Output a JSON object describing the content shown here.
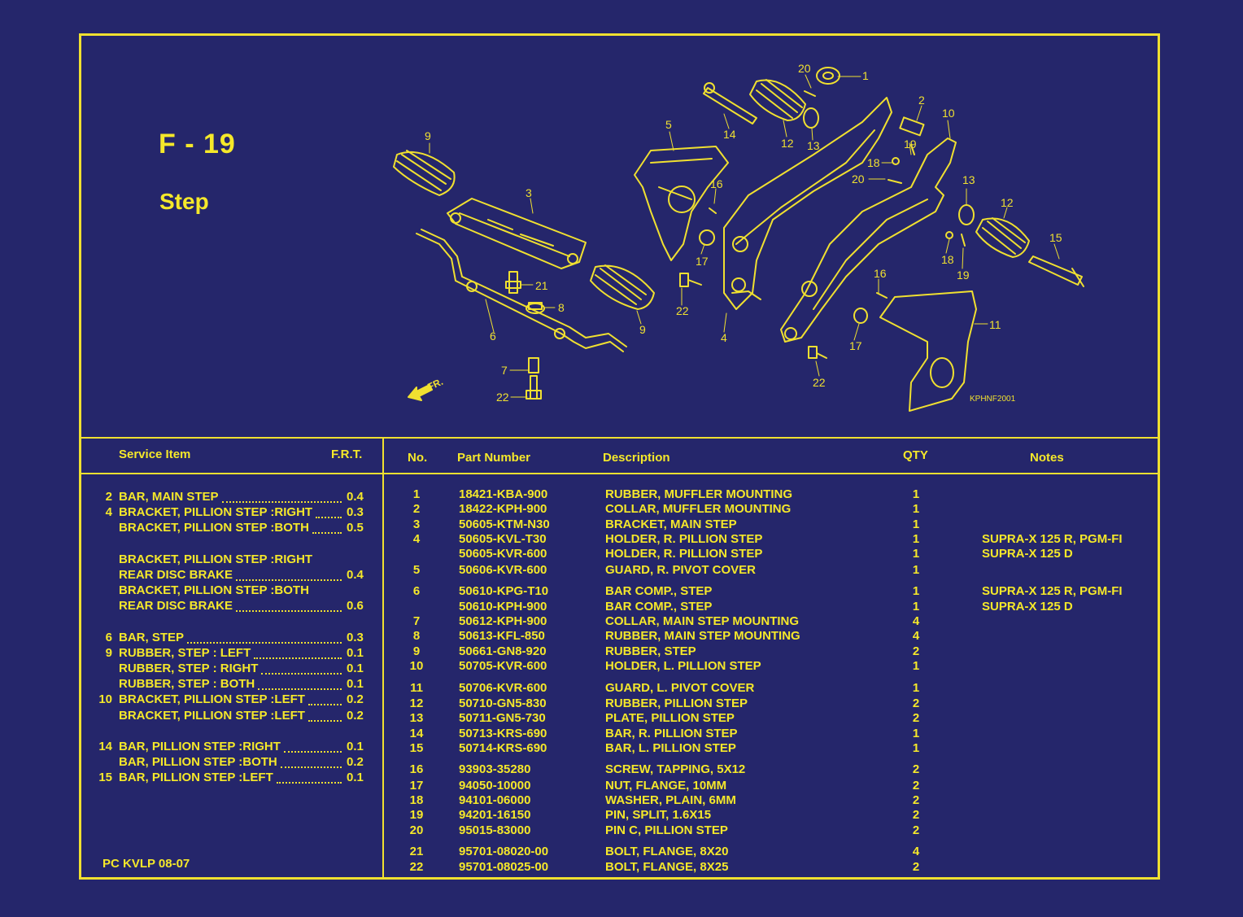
{
  "page": {
    "code": "F - 19",
    "title": "Step",
    "footer": "PC KVLP 08-07",
    "diagram_ref": "KPHNF2001",
    "front_label": "FR."
  },
  "colors": {
    "background": "#25266b",
    "accent": "#f0e030",
    "text": "#f5e82a"
  },
  "diagram": {
    "callouts": [
      "1",
      "2",
      "3",
      "4",
      "5",
      "6",
      "7",
      "8",
      "9",
      "10",
      "11",
      "12",
      "13",
      "14",
      "15",
      "16",
      "17",
      "18",
      "19",
      "20",
      "21",
      "22"
    ]
  },
  "service": {
    "headers": {
      "item": "Service Item",
      "frt": "F.R.T."
    },
    "rows": [
      {
        "num": "2",
        "text": "BAR, MAIN STEP",
        "value": "0.4"
      },
      {
        "num": "4",
        "text": "BRACKET, PILLION STEP :RIGHT",
        "value": "0.3"
      },
      {
        "num": "",
        "text": "BRACKET, PILLION STEP :BOTH",
        "value": "0.5"
      },
      {
        "num": "",
        "text": "BRACKET, PILLION STEP :RIGHT",
        "value": ""
      },
      {
        "num": "",
        "text": "REAR DISC BRAKE",
        "value": "0.4"
      },
      {
        "num": "",
        "text": "BRACKET, PILLION STEP :BOTH",
        "value": ""
      },
      {
        "num": "",
        "text": "REAR DISC BRAKE",
        "value": "0.6"
      },
      {
        "num": "6",
        "text": "BAR, STEP",
        "value": "0.3"
      },
      {
        "num": "9",
        "text": "RUBBER, STEP : LEFT",
        "value": "0.1"
      },
      {
        "num": "",
        "text": "RUBBER, STEP : RIGHT",
        "value": "0.1"
      },
      {
        "num": "",
        "text": "RUBBER, STEP : BOTH",
        "value": "0.1"
      },
      {
        "num": "10",
        "text": "BRACKET, PILLION STEP :LEFT",
        "value": "0.2"
      },
      {
        "num": "",
        "text": "BRACKET, PILLION STEP :LEFT",
        "value": "0.2"
      },
      {
        "num": "14",
        "text": "BAR, PILLION STEP :RIGHT",
        "value": "0.1"
      },
      {
        "num": "",
        "text": "BAR, PILLION STEP :BOTH",
        "value": "0.2"
      },
      {
        "num": "15",
        "text": "BAR, PILLION STEP :LEFT",
        "value": "0.1"
      }
    ]
  },
  "parts": {
    "headers": {
      "no": "No.",
      "part_number": "Part Number",
      "description": "Description",
      "qty": "QTY",
      "notes": "Notes"
    },
    "rows": [
      {
        "no": "1",
        "pn": "18421-KBA-900",
        "desc": "RUBBER, MUFFLER MOUNTING",
        "qty": "1",
        "notes": ""
      },
      {
        "no": "2",
        "pn": "18422-KPH-900",
        "desc": "COLLAR, MUFFLER MOUNTING",
        "qty": "1",
        "notes": ""
      },
      {
        "no": "3",
        "pn": "50605-KTM-N30",
        "desc": "BRACKET, MAIN STEP",
        "qty": "1",
        "notes": ""
      },
      {
        "no": "4",
        "pn": "50605-KVL-T30",
        "desc": "HOLDER, R. PILLION STEP",
        "qty": "1",
        "notes": "SUPRA-X 125 R, PGM-FI"
      },
      {
        "no": "",
        "pn": "50605-KVR-600",
        "desc": "HOLDER, R. PILLION STEP",
        "qty": "1",
        "notes": "SUPRA-X 125 D"
      },
      {
        "no": "5",
        "pn": "50606-KVR-600",
        "desc": "GUARD, R. PIVOT COVER",
        "qty": "1",
        "notes": ""
      },
      {
        "no": "6",
        "pn": "50610-KPG-T10",
        "desc": "BAR COMP., STEP",
        "qty": "1",
        "notes": "SUPRA-X 125 R, PGM-FI"
      },
      {
        "no": "",
        "pn": "50610-KPH-900",
        "desc": "BAR COMP., STEP",
        "qty": "1",
        "notes": "SUPRA-X 125 D"
      },
      {
        "no": "7",
        "pn": "50612-KPH-900",
        "desc": "COLLAR,  MAIN STEP MOUNTING",
        "qty": "4",
        "notes": ""
      },
      {
        "no": "8",
        "pn": "50613-KFL-850",
        "desc": "RUBBER, MAIN STEP MOUNTING",
        "qty": "4",
        "notes": ""
      },
      {
        "no": "9",
        "pn": "50661-GN8-920",
        "desc": "RUBBER, STEP",
        "qty": "2",
        "notes": ""
      },
      {
        "no": "10",
        "pn": "50705-KVR-600",
        "desc": "HOLDER, L. PILLION STEP",
        "qty": "1",
        "notes": ""
      },
      {
        "no": "11",
        "pn": "50706-KVR-600",
        "desc": "GUARD, L. PIVOT COVER",
        "qty": "1",
        "notes": ""
      },
      {
        "no": "12",
        "pn": "50710-GN5-830",
        "desc": "RUBBER, PILLION STEP",
        "qty": "2",
        "notes": ""
      },
      {
        "no": "13",
        "pn": "50711-GN5-730",
        "desc": "PLATE, PILLION STEP",
        "qty": "2",
        "notes": ""
      },
      {
        "no": "14",
        "pn": "50713-KRS-690",
        "desc": "BAR, R. PILLION STEP",
        "qty": "1",
        "notes": ""
      },
      {
        "no": "15",
        "pn": "50714-KRS-690",
        "desc": "BAR, L. PILLION STEP",
        "qty": "1",
        "notes": ""
      },
      {
        "no": "16",
        "pn": "93903-35280",
        "desc": "SCREW, TAPPING, 5X12",
        "qty": "2",
        "notes": ""
      },
      {
        "no": "17",
        "pn": "94050-10000",
        "desc": "NUT, FLANGE, 10MM",
        "qty": "2",
        "notes": ""
      },
      {
        "no": "18",
        "pn": "94101-06000",
        "desc": "WASHER, PLAIN, 6MM",
        "qty": "2",
        "notes": ""
      },
      {
        "no": "19",
        "pn": "94201-16150",
        "desc": "PIN, SPLIT, 1.6X15",
        "qty": "2",
        "notes": ""
      },
      {
        "no": "20",
        "pn": "95015-83000",
        "desc": "PIN C, PILLION STEP",
        "qty": "2",
        "notes": ""
      },
      {
        "no": "21",
        "pn": "95701-08020-00",
        "desc": "BOLT, FLANGE, 8X20",
        "qty": "4",
        "notes": ""
      },
      {
        "no": "22",
        "pn": "95701-08025-00",
        "desc": "BOLT, FLANGE, 8X25",
        "qty": "2",
        "notes": ""
      }
    ]
  }
}
